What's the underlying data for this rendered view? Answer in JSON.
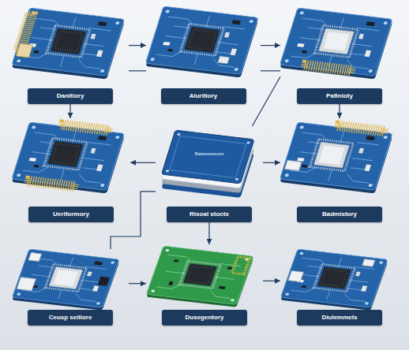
{
  "diagram": {
    "nodes": [
      {
        "text": [
          "Danitiory"
        ]
      },
      {
        "text": [
          "Aluritiory"
        ]
      },
      {
        "text": [
          "Pafinioty"
        ]
      },
      {
        "text": [
          "Ueriformory"
        ]
      },
      {
        "text": [
          "Batseessoure",
          "Risoal stocte"
        ]
      },
      {
        "text": [
          "Badmistory"
        ]
      },
      {
        "text": [
          "Ceusp seiliore"
        ]
      },
      {
        "text": [
          "Dusegentory"
        ]
      },
      {
        "text": [
          "Diulemmels"
        ]
      }
    ],
    "edges": [
      {
        "from": 0,
        "to": 1,
        "arrow": "to"
      },
      {
        "from": 0,
        "to": 1,
        "arrow": "none"
      },
      {
        "from": 1,
        "to": 2,
        "arrow": "to"
      },
      {
        "from": 1,
        "to": 2,
        "arrow": "none"
      },
      {
        "from": 0,
        "to": 3,
        "arrow": "to"
      },
      {
        "from": 2,
        "to": 5,
        "arrow": "to"
      },
      {
        "from": 2,
        "to": 4,
        "arrow": "none"
      },
      {
        "from": 4,
        "to": 3,
        "arrow": "to"
      },
      {
        "from": 4,
        "to": 5,
        "arrow": "to"
      },
      {
        "from": 4,
        "to": 7,
        "arrow": "to"
      },
      {
        "from": 4,
        "to": 6,
        "arrow": "none"
      },
      {
        "from": 6,
        "to": 7,
        "arrow": "to"
      },
      {
        "from": 7,
        "to": 8,
        "arrow": "to"
      }
    ]
  }
}
